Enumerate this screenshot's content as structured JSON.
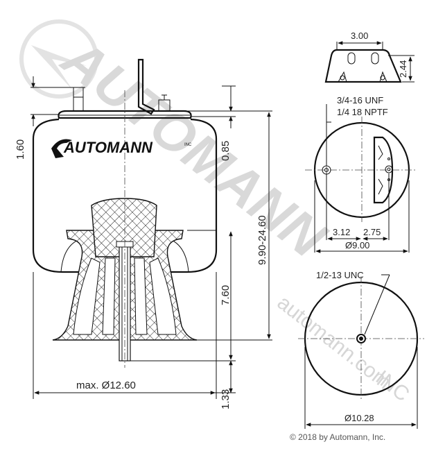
{
  "watermark": {
    "text": "AUTOMANN",
    "url_text": "automann.com",
    "inc_text": "INC"
  },
  "logo": {
    "text": "AUTOMANN",
    "inc_text": "INC"
  },
  "side_view": {
    "dim_top_height": "1.60",
    "dim_top_offset": "0.85",
    "dim_height_range": "9.90-24.60",
    "dim_piston_height": "7.60",
    "dim_stud_length": "1.33",
    "dim_max_diameter": "max. Ø12.60"
  },
  "top_plate_view": {
    "dim_bracket_width": "3.00",
    "dim_bracket_height": "2.44",
    "thread_label_1": "3/4-16 UNF",
    "thread_label_2": "1/4 18 NPTF",
    "dim_offset_left": "3.12",
    "dim_offset_right": "2.75",
    "dim_diameter": "Ø9.00"
  },
  "bottom_view": {
    "thread_label": "1/2-13 UNC",
    "dim_diameter": "Ø10.28"
  },
  "copyright": "© 2018 by Automann, Inc."
}
